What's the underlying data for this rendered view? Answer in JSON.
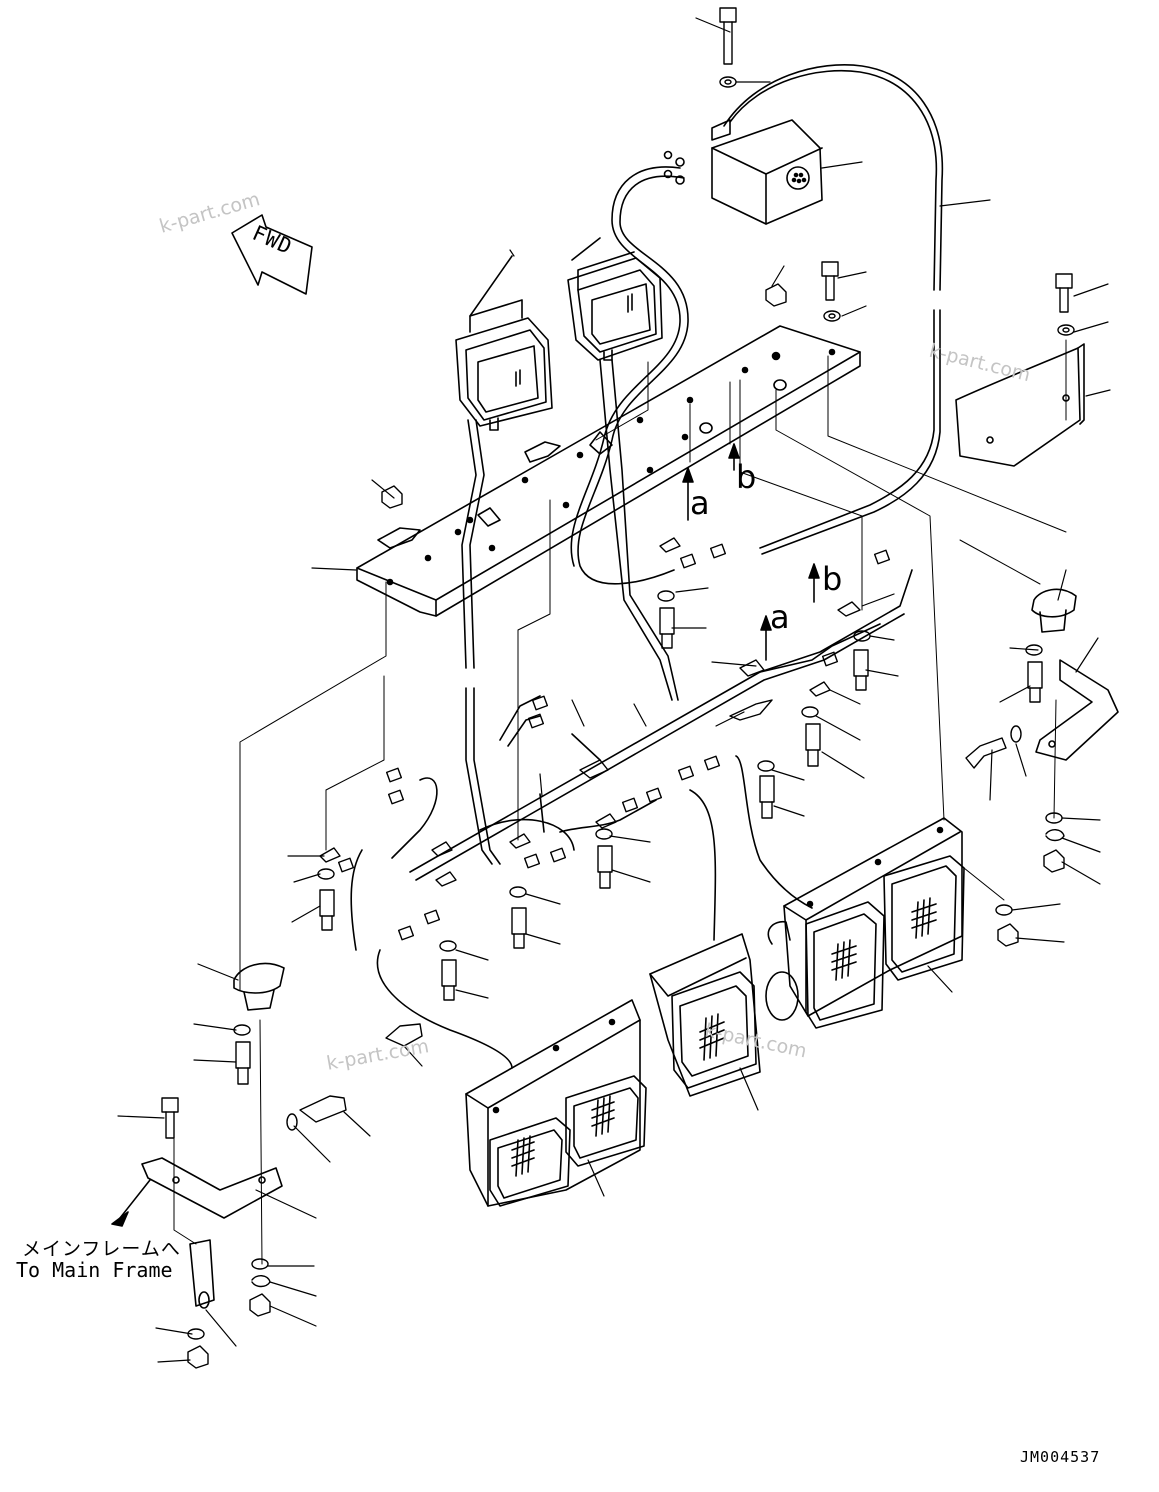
{
  "diagram": {
    "direction_label": "FWD",
    "destination_label_jp": "メインフレームへ",
    "destination_label_en": "To Main Frame",
    "drawing_number": "JM004537",
    "section_marks": [
      {
        "letter": "a"
      },
      {
        "letter": "b"
      },
      {
        "letter": "a"
      },
      {
        "letter": "b"
      }
    ],
    "watermark_text": "k-part.com"
  }
}
